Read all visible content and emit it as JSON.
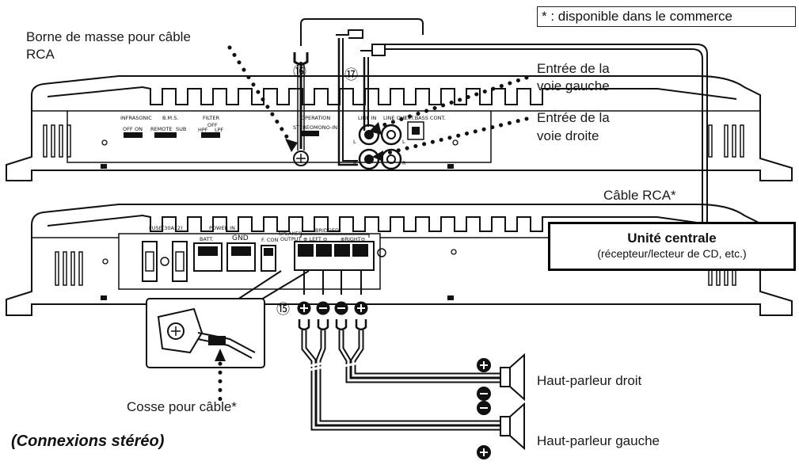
{
  "labels": {
    "note": "* : disponible dans le commerce",
    "ground_line1": "Borne de masse pour câble",
    "ground_line2": "RCA",
    "left_in_line1": "Entrée de la",
    "left_in_line2": "voie gauche",
    "right_in_line1": "Entrée de la",
    "right_in_line2": "voie droite",
    "rca_cable": "Câble RCA*",
    "head_unit_title": "Unité centrale",
    "head_unit_sub": "(récepteur/lecteur de CD, etc.)",
    "terminal": "Cosse pour câble*",
    "speaker_right": "Haut-parleur droit",
    "speaker_left": "Haut-parleur gauche",
    "caption": "(Connexions stéréo)"
  },
  "callouts": {
    "n15": "⑮",
    "n16": "⑯",
    "n17": "⑰"
  },
  "top_panel": {
    "infrasonic": "INFRASONIC",
    "infrasonic_off": "OFF",
    "infrasonic_on": "ON",
    "bms": "B.M.S.",
    "bms_remote": "REMOTE",
    "bms_sub": "SUB",
    "filter": "FILTER",
    "filter_off": "OFF",
    "filter_hpf": "HPF",
    "filter_lpf": "LPF",
    "operation": "OPERATION",
    "op_stereo": "STEREO",
    "op_mono": "MONO-IN",
    "line_in": "LINE IN",
    "line_out": "LINE OUT",
    "ext_cont": "EXT.BASS CONT.",
    "jack_l": "L",
    "jack_r": "R"
  },
  "bottom_panel": {
    "fuse": "FUSE(30Ax2)",
    "power_in": "POWER IN",
    "batt": "BATT.",
    "gnd": "GND",
    "fcon": "F. CON",
    "speaker": "SPEAKER",
    "output": "OUTPUT",
    "bridged": "BRIDGED",
    "left": "⊕ LEFT ⊖",
    "right": "⊕RIGHT⊖"
  },
  "colors": {
    "ink": "#111111",
    "wire_fill": "#ffffff"
  }
}
